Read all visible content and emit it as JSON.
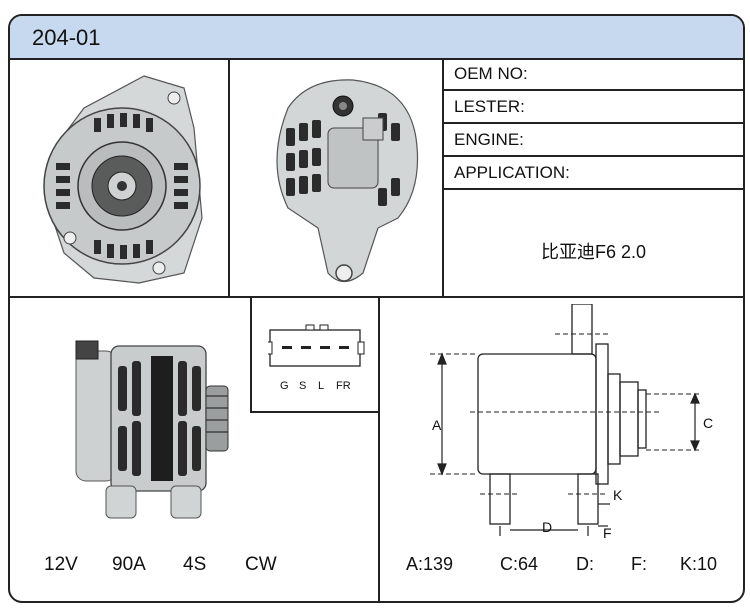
{
  "title": "204-01",
  "info": {
    "oem_label": "OEM NO:",
    "lester_label": "LESTER:",
    "engine_label": "ENGINE:",
    "application_label": "APPLICATION:",
    "application_value": "比亚迪F6  2.0"
  },
  "connector": {
    "pins": [
      "G",
      "S",
      "L",
      "FR"
    ]
  },
  "specs": {
    "voltage": "12V",
    "current": "90A",
    "pulley": "4S",
    "rotation": "CW"
  },
  "dimensions": {
    "a": "A:139",
    "c": "C:64",
    "d": "D:",
    "f": "F:",
    "k": "K:10",
    "label_a": "A",
    "label_c": "C",
    "label_d": "D",
    "label_f": "F",
    "label_k": "K"
  },
  "colors": {
    "header_bg": "#c7d9ef",
    "border": "#222222"
  }
}
